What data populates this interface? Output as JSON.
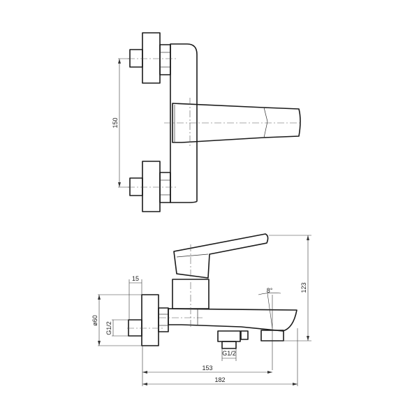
{
  "drawing": {
    "subject": "single-lever bath mixer (wall-mounted)",
    "views": [
      "top-view",
      "side-view"
    ]
  },
  "dimensions": {
    "top_view": {
      "inlet_spacing": "150"
    },
    "side_view": {
      "eccentric_offset": "15",
      "flange_diameter": "ø60",
      "inlet_thread": "G1/2",
      "outlet_thread": "G1/2",
      "spout_angle": "8°",
      "height": "123",
      "spout_reach": "153",
      "overall_length": "182"
    }
  },
  "colors": {
    "line": "#1a1a1a",
    "background": "#ffffff"
  }
}
